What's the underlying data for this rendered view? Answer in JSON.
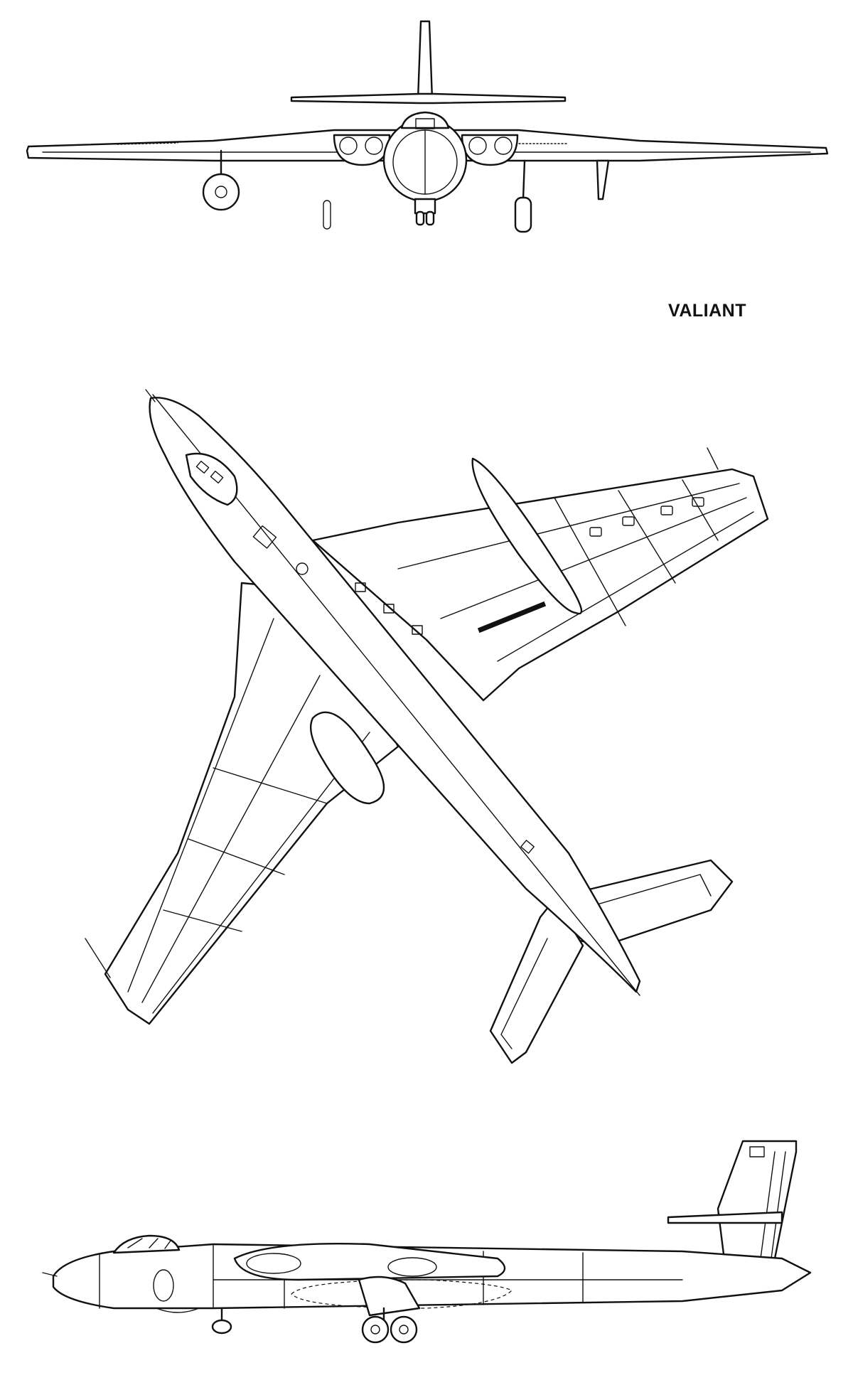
{
  "drawing": {
    "title": "VALIANT",
    "line_color": "#111111",
    "background": "#ffffff"
  },
  "views": [
    {
      "id": "front"
    },
    {
      "id": "plan"
    },
    {
      "id": "side"
    }
  ]
}
